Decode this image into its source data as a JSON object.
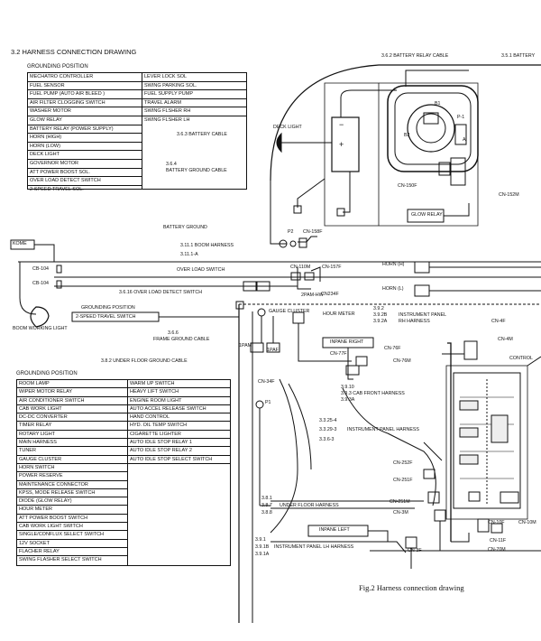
{
  "section_title": "3.2  HARNESS CONNECTION DRAWING",
  "top_table": {
    "heading": "GROUNDING POSITION",
    "left": [
      "MECHATRO CONTROLLER",
      "FUEL SENSOR",
      "FUEL PUMP (AUTO AIR BLEED )",
      "AIR FILTER CLOGGING SWITCH",
      "WASHER MOTOR",
      "GLOW RELAY",
      "BATTERY RELAY (POWER SUPPLY)",
      "HORN (HIGH)",
      "HORN (LOW)",
      "DECK LIGHT",
      "GOVERNOR MOTOR",
      "ATT POWER BOOST SOL.",
      "OVER LOAD DETECT SWITCH",
      "2-SPEED TRAVEL SOL."
    ],
    "right": [
      "LEVER LOCK SOL",
      "SWING PARKING SOL.",
      "FUEL SUPPLY PUMP",
      "TRAVEL ALARM",
      "SWING FLSHER RH",
      "SWING FLSHER LH"
    ]
  },
  "bottom_table": {
    "heading": "GROUNDING POSITION",
    "left": [
      "ROOM LAMP",
      "WIPER MOTOR RELAY",
      "AIR CONDITIONER SWITCH",
      "CAB WORK LIGHT",
      "DC-DC CONVERTER",
      "TIMER RELAY",
      "ROTARY LIGHT",
      "MAIN HARNESS",
      "TUNER",
      "GAUGE CLUSTER",
      "HORN SWITCH",
      "POWER RESERVE",
      "MAINTENANCE CONNECTOR",
      "KPSS, MODE RELEASE SWITCH",
      "DIODE (GLOW RELAY)",
      "HOUR METER",
      "ATT POWER BOOST SWITCH",
      "CAB WORK LIGHT SWITCH",
      "SINGLE/CONFLUX SELECT SWITCH",
      "12V SOCKET",
      "FLACHER RELAY",
      "SWING FLASHER SELECT SWITCH"
    ],
    "right": [
      "WARM UP SWITCH",
      "HEAVY LIFT SWITCH",
      "ENGINE ROOM LIGHT",
      "AUTO ACCEL RELEASE SWITCH",
      "HAND CONTROL",
      "HYD. OIL TEMP SWITCH",
      "CIGARETTE LIGHTER",
      "AUTO IDLE STOP RELAY 1",
      "AUTO IDLE STOP RELAY 2",
      "AUTO IDLE STOP SELECT SWITCH"
    ]
  },
  "labels": {
    "battery_relay_cable": "3.6.2  BATTERY RELAY CABLE",
    "ref_351": "3.5.1  BATTERY",
    "deck_light": "DECK LIGHT",
    "battery_cable": "3.6.3  BATTERY CABLE",
    "ref_364": "3.6.4",
    "battery_ground_cable": "BATTERY GROUND CABLE",
    "battery_ground": "BATTERY GROUND",
    "p2": "P2",
    "cn158f": "CN-158F",
    "boom_harness": "3.11.1  BOOM HARNESS",
    "ref_3111a": "3.11.1-A",
    "kome": "KOME",
    "cb104a": "CB-104",
    "cb104b": "CB-104",
    "overload_switch": "OVER LOAD SWITCH",
    "cn110m": "CN-110M",
    "cn157f": "CN-157F",
    "overload_detect": "3.6.16  OVER LOAD DETECT SWITCH",
    "pam_hw": "2PAM-HW",
    "cn234f": "CN234F",
    "horn_h": "HORN (H)",
    "horn_l": "HORN (L)",
    "grounding_position": "GROUNDING POSITION",
    "two_speed": "2-SPEED TRAVEL SWITCH",
    "boom_work_light": "BOOM WORKING LIGHT",
    "gauge_cluster": "GAUGE CLUSTER",
    "hour_meter": "HOUR METER",
    "ref_392": "3.9.2",
    "ref_392b": "3.9.2B",
    "ref_392a": "3.9.2A",
    "instrument_panel": "INSTRUMENT PANEL",
    "rh_harness": "RH HARNESS",
    "cn4f": "CN-4F",
    "cn4m": "CN-4M",
    "ref_366": "3.6.6",
    "frame_ground": "FRAME GROUND CABLE",
    "pam1": "1PAM",
    "paf1": "1PAF",
    "inpane_right": "INPANE RIGHT",
    "cn76f": "CN-76F",
    "cn77f": "CN-77F",
    "cn76m": "CN-76M",
    "control": "CONTROL",
    "under_floor_ground": "3.8.2  UNDER FLOOR GROUND CABLE",
    "cn34f": "CN-34F",
    "ref_3910": "3.9.10",
    "cab_front": "3.9.3  CAB FRONT HARNESS",
    "ref_393a": "3.9.3A",
    "p1": "P1",
    "ref_3254": "3.3.25-4",
    "ref_33293": "3.3.29-3",
    "instrument_panel_harness": "INSTRUMENT PANEL HARNESS",
    "ref_3363": "3.3.6-3",
    "cn252f": "CN-252F",
    "cn251f": "CN-251F",
    "cn251m": "CN-251M",
    "cn3m": "CN-3M",
    "cn3f": "CN-3F",
    "cn10f": "CN-10F",
    "cn10m": "CN-10M",
    "cn11f": "CN-11F",
    "cn70m": "CN-70M",
    "ref_381": "3.8.1",
    "ref_387": "3.8.7",
    "ref_388": "3.8.8",
    "under_floor": "UNDER FLOOR HARNESS",
    "inpane_left": "INPANE LEFT",
    "ref_391": "3.9.1",
    "ref_391b": "3.9.1B",
    "ref_391a": "3.9.1A",
    "instrument_lh": "INSTRUMENT PANEL LH HARNESS",
    "cn150f": "CN-150F",
    "cn152m": "CN-152M",
    "glow_relay": "GLOW RELAY",
    "b1": "B1",
    "b2": "B2",
    "p1_lbl": "P-1",
    "a_lbl": "A",
    "minus": "−",
    "plus": "+"
  },
  "caption": "Fig.2   Harness connection drawing"
}
